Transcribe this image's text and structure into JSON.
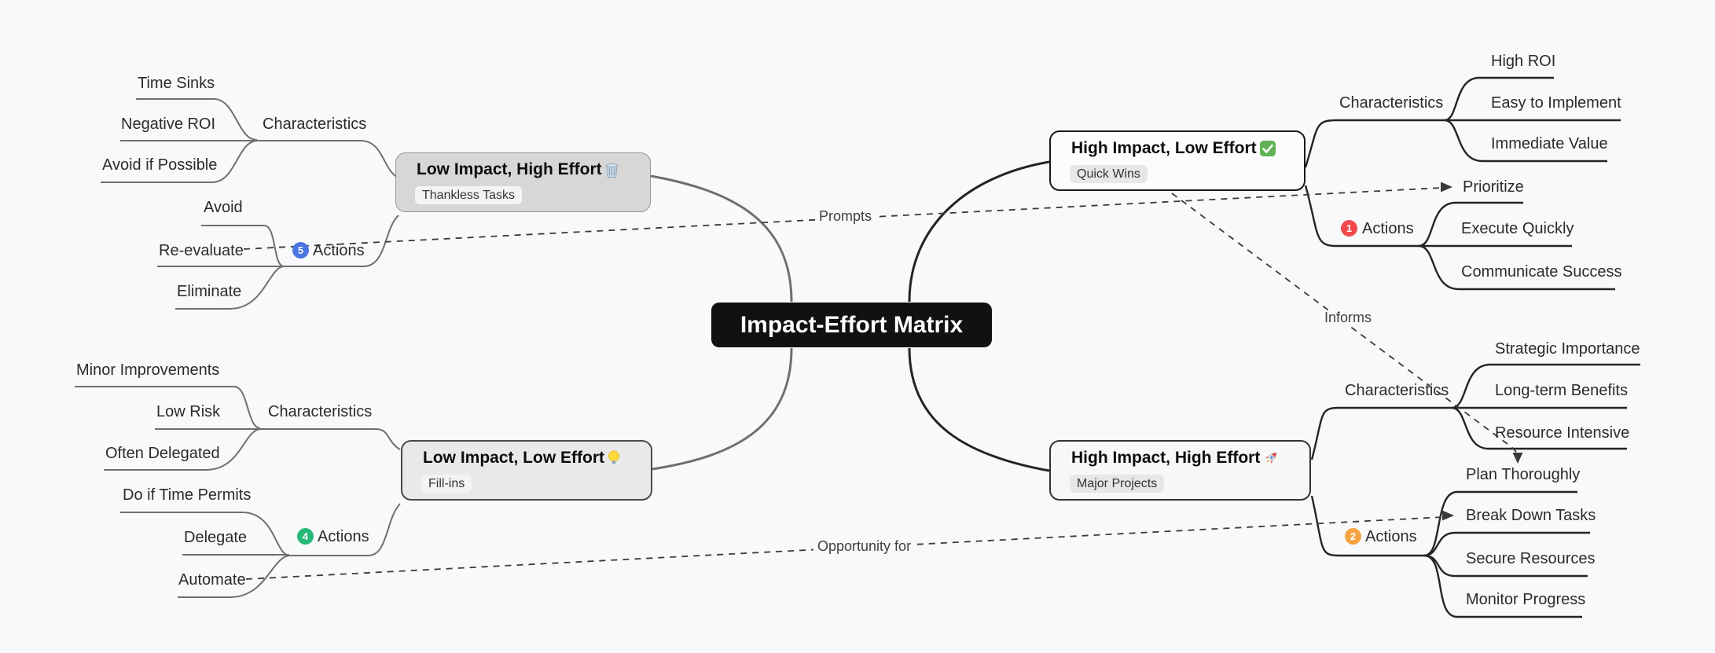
{
  "center": {
    "title": "Impact-Effort Matrix",
    "bg": "#111111"
  },
  "colors": {
    "background": "#f8f9fa",
    "left_branch": "#6f6f6f",
    "right_branch": "#242424",
    "dashed_link": "#3a3a3a"
  },
  "quadrants": [
    {
      "id": "high-impact-low-effort",
      "title": "High Impact, Low Effort",
      "icon": "check-mark-icon",
      "subtitle": "Quick Wins",
      "priority": {
        "number": "1",
        "color": "#f2494c"
      },
      "characteristics": {
        "label": "Characteristics",
        "items": [
          "High ROI",
          "Easy to Implement",
          "Immediate Value"
        ]
      },
      "actions": {
        "label": "Actions",
        "items": [
          "Prioritize",
          "Execute Quickly",
          "Communicate Success"
        ]
      }
    },
    {
      "id": "high-impact-high-effort",
      "title": "High Impact, High Effort",
      "icon": "rocket-icon",
      "subtitle": "Major Projects",
      "priority": {
        "number": "2",
        "color": "#f5a342"
      },
      "characteristics": {
        "label": "Characteristics",
        "items": [
          "Strategic Importance",
          "Long-term Benefits",
          "Resource Intensive"
        ]
      },
      "actions": {
        "label": "Actions",
        "items": [
          "Plan Thoroughly",
          "Break Down Tasks",
          "Secure Resources",
          "Monitor Progress"
        ]
      }
    },
    {
      "id": "low-impact-high-effort",
      "title": "Low Impact, High Effort",
      "icon": "wastebasket-icon",
      "subtitle": "Thankless Tasks",
      "priority": {
        "number": "5",
        "color": "#4a74e0"
      },
      "characteristics": {
        "label": "Characteristics",
        "items": [
          "Time Sinks",
          "Negative ROI",
          "Avoid if Possible"
        ]
      },
      "actions": {
        "label": "Actions",
        "items": [
          "Avoid",
          "Re-evaluate",
          "Eliminate"
        ]
      }
    },
    {
      "id": "low-impact-low-effort",
      "title": "Low Impact, Low Effort",
      "icon": "light-bulb-icon",
      "subtitle": "Fill-ins",
      "priority": {
        "number": "4",
        "color": "#25b877"
      },
      "characteristics": {
        "label": "Characteristics",
        "items": [
          "Minor Improvements",
          "Low Risk",
          "Often Delegated"
        ]
      },
      "actions": {
        "label": "Actions",
        "items": [
          "Do if Time Permits",
          "Delegate",
          "Automate"
        ]
      }
    }
  ],
  "relations": [
    {
      "label": "Prompts",
      "from": "Re-evaluate",
      "to": "Prioritize"
    },
    {
      "label": "Informs",
      "from": "High Impact, Low Effort",
      "to": "Plan Thoroughly"
    },
    {
      "label": "Opportunity for",
      "from": "Automate",
      "to": "Break Down Tasks"
    }
  ]
}
